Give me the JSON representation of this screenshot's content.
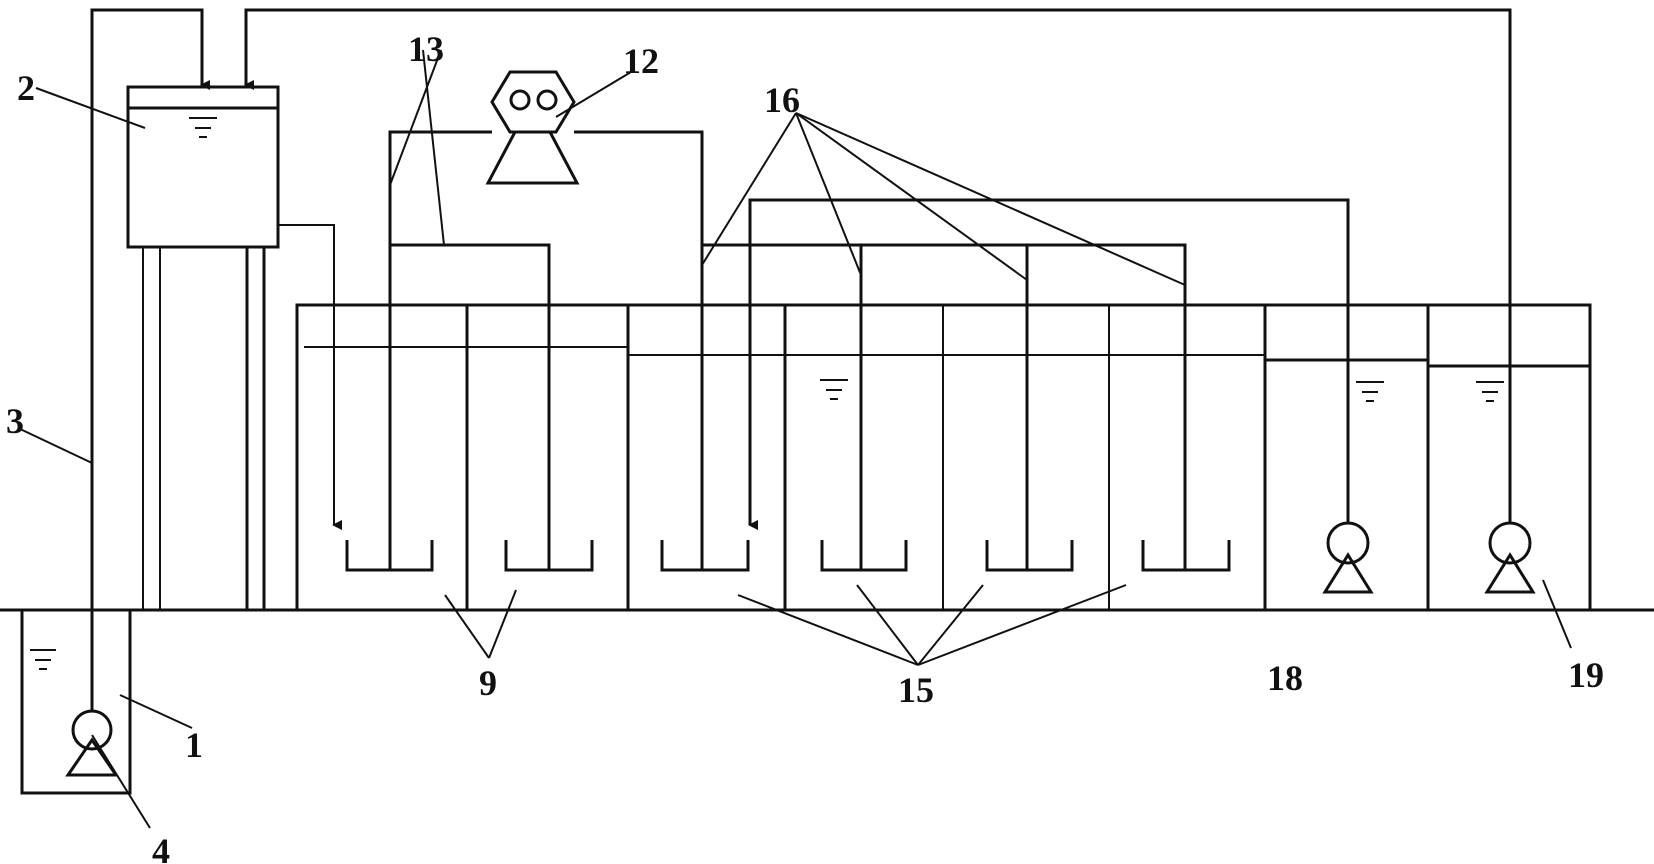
{
  "labels": {
    "l1": "1",
    "l2": "2",
    "l3": "3",
    "l4": "4",
    "l9": "9",
    "l12": "12",
    "l13": "13",
    "l15": "15",
    "l16": "16",
    "l18": "18",
    "l19": "19"
  },
  "colors": {
    "line": "#111111",
    "background": "#ffffff"
  },
  "icons": [
    "pump-icon",
    "blower-icon",
    "arrow-down-icon",
    "water-level-icon",
    "diffuser-icon"
  ]
}
